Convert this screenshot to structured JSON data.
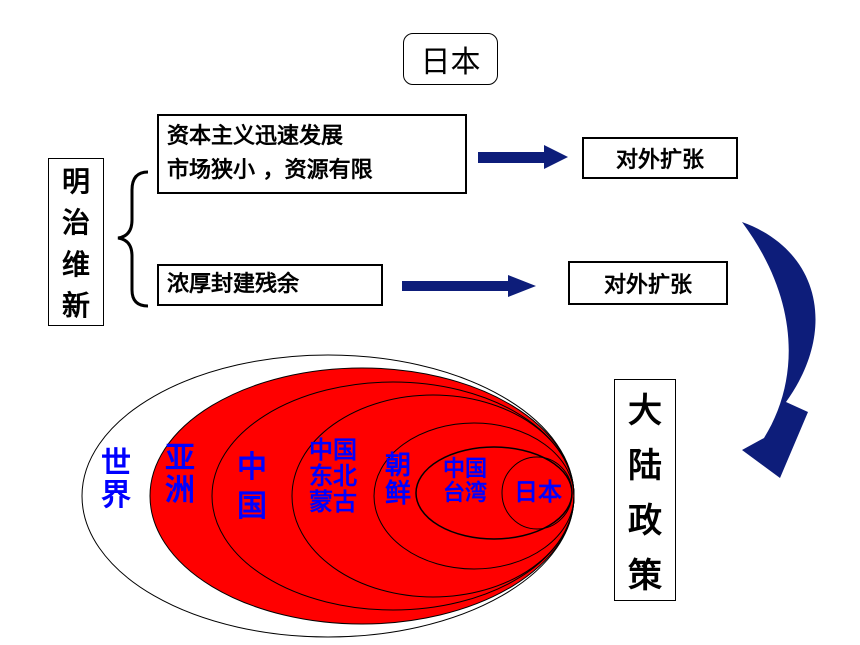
{
  "title": "日本",
  "causes": {
    "economic_line1": "资本主义迅速发展",
    "economic_line2": "市场狭小 ，资源有限",
    "feudal": "浓厚封建残余"
  },
  "outcomes": {
    "first": "对外扩张",
    "second": "对外扩张"
  },
  "meiji": [
    "明",
    "治",
    "维",
    "新"
  ],
  "policy": [
    "大",
    "陆",
    "政",
    "策"
  ],
  "rings": {
    "world": [
      "世",
      "界"
    ],
    "asia": [
      "亚",
      "洲"
    ],
    "china": [
      "中",
      "国"
    ],
    "northeast": [
      "中国",
      "东北",
      "蒙古"
    ],
    "korea": [
      "朝",
      "鲜"
    ],
    "taiwan": [
      "中国",
      "台湾"
    ],
    "japan": "日本"
  },
  "colors": {
    "arrow": "#0d1d7a",
    "fill": "#ff0000",
    "label": "#0000ff"
  }
}
